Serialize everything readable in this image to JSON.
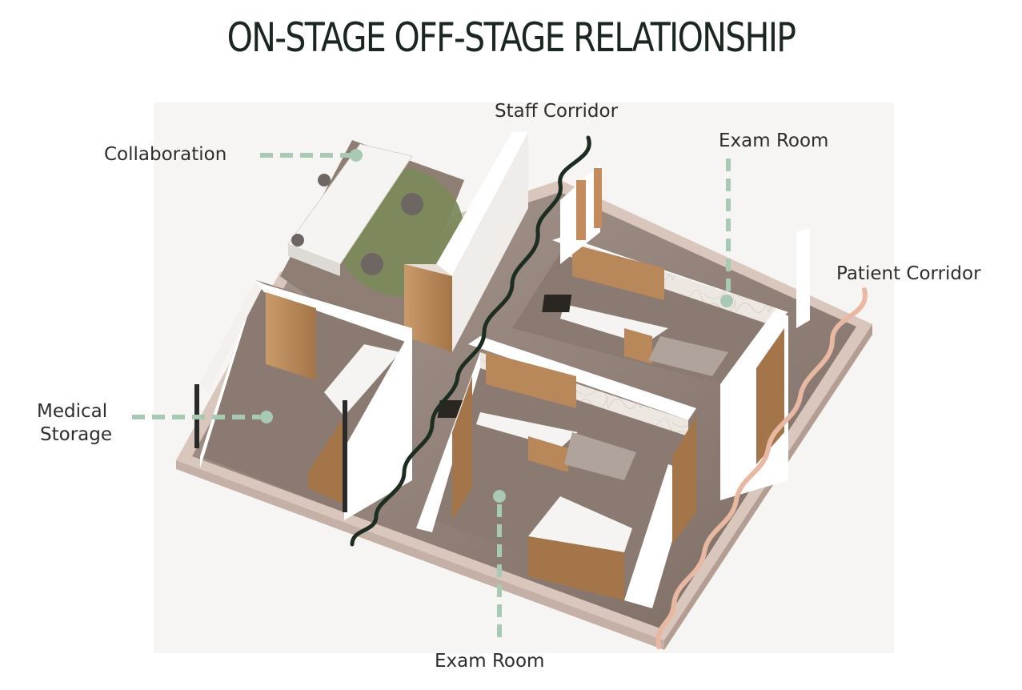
{
  "title": "ON-STAGE OFF-STAGE RELATIONSHIP",
  "labels": {
    "collaboration": "Collaboration",
    "staff_corridor": "Staff Corridor",
    "exam_room_top": "Exam Room",
    "patient_corridor": "Patient Corridor",
    "medical_storage_line1": "Medical",
    "medical_storage_line2": "Storage",
    "exam_room_bottom": "Exam Room"
  },
  "colors": {
    "title_text": "#1c2620",
    "label_text": "#2d2d2d",
    "leader_line": "#a8c9b3",
    "staff_corridor_line": "#1e2d22",
    "patient_corridor_line": "#e8b8a3",
    "floor": "#8a7a72",
    "wall": "#f3f0ee",
    "wood": "#b88a5e",
    "rug": "#7c8a5c"
  }
}
